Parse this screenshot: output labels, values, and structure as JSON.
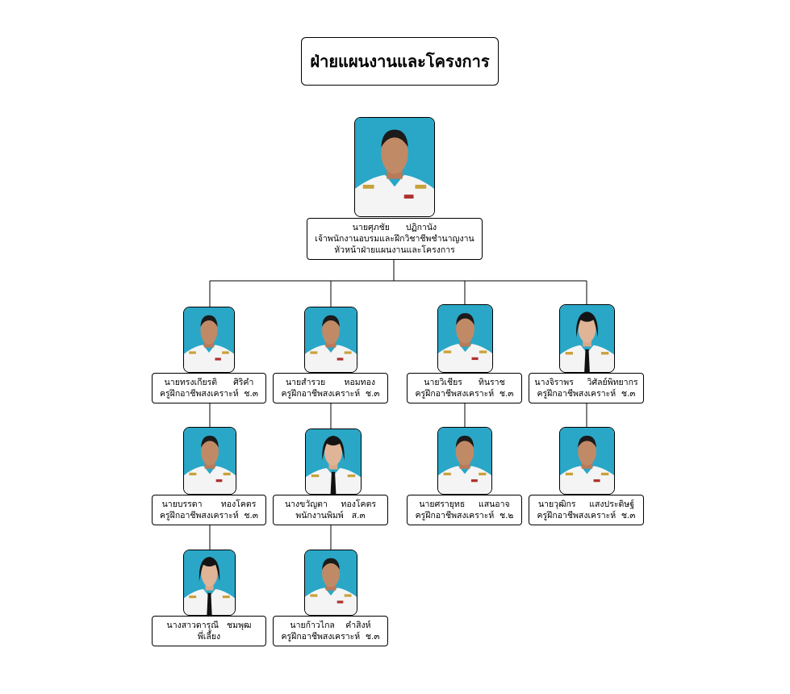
{
  "title": "ฝ่ายแผนงานและโครงการ",
  "colors": {
    "photo_bg_cyan": "#2aa7c7",
    "photo_bg_blue": "#4a7fc1",
    "uniform": "#f4f4f4",
    "line": "#000000"
  },
  "head": {
    "name": "นายศุภชัย      ปฏิกานัง",
    "position": "เจ้าพนักงานอบรมและฝึกวิชาชีพชำนาญงาน",
    "role": "หัวหน้าฝ่ายแผนงานและโครงการ"
  },
  "columns": [
    {
      "members": [
        {
          "name": "นายทรงเกียรติ      ศิริคำ",
          "position": "ครูฝึกอาชีพสงเคราะห์  ช.๓"
        },
        {
          "name": "นายบรรดา       ทองโคตร",
          "position": "ครูฝึกอาชีพสงเคราะห์  ช.๓"
        },
        {
          "name": "นางสาวดารุณี   ชมพุฒ",
          "position": "พี่เลี้ยง"
        }
      ]
    },
    {
      "members": [
        {
          "name": "นายสำรวย       หอมทอง",
          "position": "ครูฝึกอาชีพสงเคราะห์  ช.๓"
        },
        {
          "name": "นางขวัญตา     ทองโคตร",
          "position": "พนักงานพิมพ์   ส.๓"
        },
        {
          "name": "นายก้าวไกล    คำสิงห์",
          "position": "ครูฝึกอาชีพสงเคราะห์  ช.๓"
        }
      ]
    },
    {
      "members": [
        {
          "name": "นายวิเชียร      ทินราช",
          "position": "ครูฝึกอาชีพสงเคราะห์  ช.๓"
        },
        {
          "name": "นายศรายุทธ     แสนอาจ",
          "position": "ครูฝึกอาชีพสงเคราะห์  ช.๒"
        }
      ]
    },
    {
      "members": [
        {
          "name": "นางจิราพร     วิศัลย์พิทยากร",
          "position": "ครูฝึกอาชีพสงเคราะห์  ช.๓"
        },
        {
          "name": "นายวุฒิกร     แสงประดิษฐ์",
          "position": "ครูฝึกอาชีพสงเคราะห์  ช.๓"
        }
      ]
    }
  ]
}
